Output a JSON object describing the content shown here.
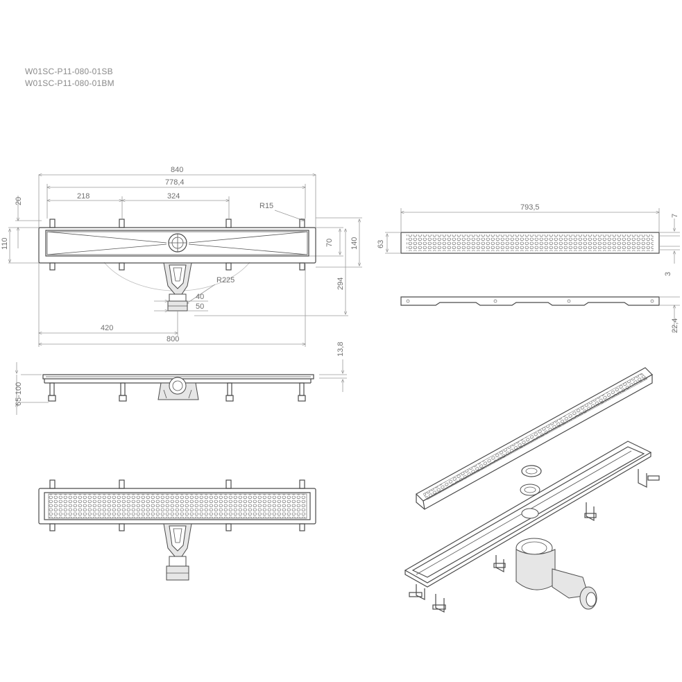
{
  "models": [
    "W01SC-P11-080-01SB",
    "W01SC-P11-080-01BM"
  ],
  "dimensions": {
    "overall_length": "840",
    "inner_length": "778,4",
    "leg_offset_left": "218",
    "leg_spacing": "324",
    "corner_radius": "R15",
    "side_20": "20",
    "side_110": "110",
    "side_70": "70",
    "side_140": "140",
    "outlet_radius": "R225",
    "outlet_40": "40",
    "outlet_50": "50",
    "depth_294": "294",
    "outlet_offset": "420",
    "channel_length": "800",
    "height_13_8": "13,8",
    "height_adjust": "65-100",
    "grate_length": "793,5",
    "grate_width": "63",
    "grate_7": "7",
    "grate_3": "3",
    "grate_height": "22,4"
  }
}
